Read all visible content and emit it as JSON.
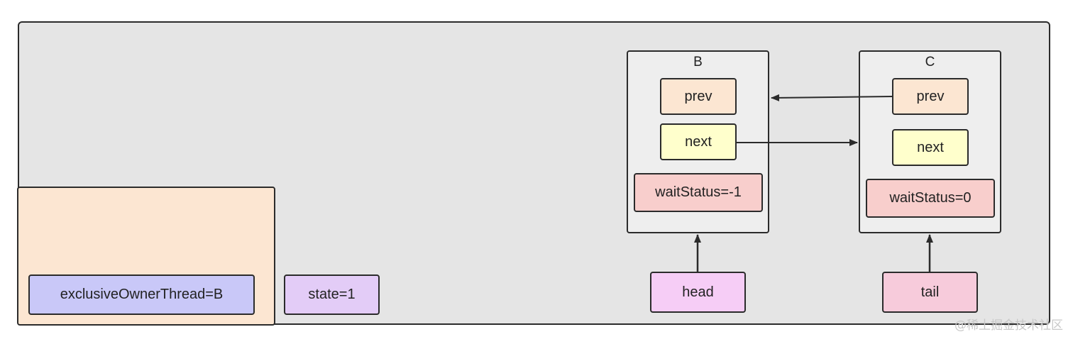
{
  "aqs": {
    "owner_label": "exclusiveOwnerThread=B",
    "state_label": "state=1"
  },
  "nodes": [
    {
      "title": "B",
      "prev": "prev",
      "next": "next",
      "wait_status": "waitStatus=-1"
    },
    {
      "title": "C",
      "prev": "prev",
      "next": "next",
      "wait_status": "waitStatus=0"
    }
  ],
  "pointers": {
    "head": "head",
    "tail": "tail"
  },
  "watermark": "@稀土掘金技术社区",
  "colors": {
    "frame": "#e5e5e5",
    "sync_panel": "#fce6d2",
    "prev": "#fce6d2",
    "next": "#ffffcc",
    "wait_status": "#f8cecc",
    "owner": "#c9c8f8",
    "state": "#e3ccf7",
    "head": "#f6cdf6",
    "tail": "#f7cbdb"
  }
}
